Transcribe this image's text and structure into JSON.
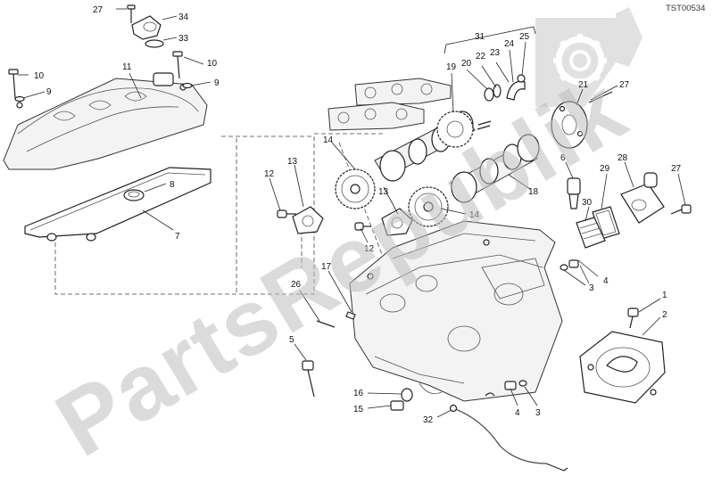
{
  "drawing_code": "TST00534",
  "watermark": "PartsRepublik",
  "callouts": [
    {
      "id": "c27a",
      "text": "27"
    },
    {
      "id": "c34",
      "text": "34"
    },
    {
      "id": "c33",
      "text": "33"
    },
    {
      "id": "c10a",
      "text": "10"
    },
    {
      "id": "c10b",
      "text": "10"
    },
    {
      "id": "c9a",
      "text": "9"
    },
    {
      "id": "c9b",
      "text": "9"
    },
    {
      "id": "c11",
      "text": "11"
    },
    {
      "id": "c8",
      "text": "8"
    },
    {
      "id": "c7",
      "text": "7"
    },
    {
      "id": "c31",
      "text": "31"
    },
    {
      "id": "c19",
      "text": "19"
    },
    {
      "id": "c20",
      "text": "20"
    },
    {
      "id": "c22",
      "text": "22"
    },
    {
      "id": "c23",
      "text": "23"
    },
    {
      "id": "c24",
      "text": "24"
    },
    {
      "id": "c25",
      "text": "25"
    },
    {
      "id": "c21",
      "text": "21"
    },
    {
      "id": "c27b",
      "text": "27"
    },
    {
      "id": "c14a",
      "text": "14"
    },
    {
      "id": "c13a",
      "text": "13"
    },
    {
      "id": "c12a",
      "text": "12"
    },
    {
      "id": "c13b",
      "text": "13"
    },
    {
      "id": "c14b",
      "text": "14"
    },
    {
      "id": "c18",
      "text": "18"
    },
    {
      "id": "c6",
      "text": "6"
    },
    {
      "id": "c29",
      "text": "29"
    },
    {
      "id": "c28",
      "text": "28"
    },
    {
      "id": "c27c",
      "text": "27"
    },
    {
      "id": "c30",
      "text": "30"
    },
    {
      "id": "c12b",
      "text": "12"
    },
    {
      "id": "c17",
      "text": "17"
    },
    {
      "id": "c26",
      "text": "26"
    },
    {
      "id": "c4a",
      "text": "4"
    },
    {
      "id": "c3a",
      "text": "3"
    },
    {
      "id": "c1",
      "text": "1"
    },
    {
      "id": "c2",
      "text": "2"
    },
    {
      "id": "c5",
      "text": "5"
    },
    {
      "id": "c16",
      "text": "16"
    },
    {
      "id": "c15",
      "text": "15"
    },
    {
      "id": "c32",
      "text": "32"
    },
    {
      "id": "c4b",
      "text": "4"
    },
    {
      "id": "c3b",
      "text": "3"
    }
  ]
}
